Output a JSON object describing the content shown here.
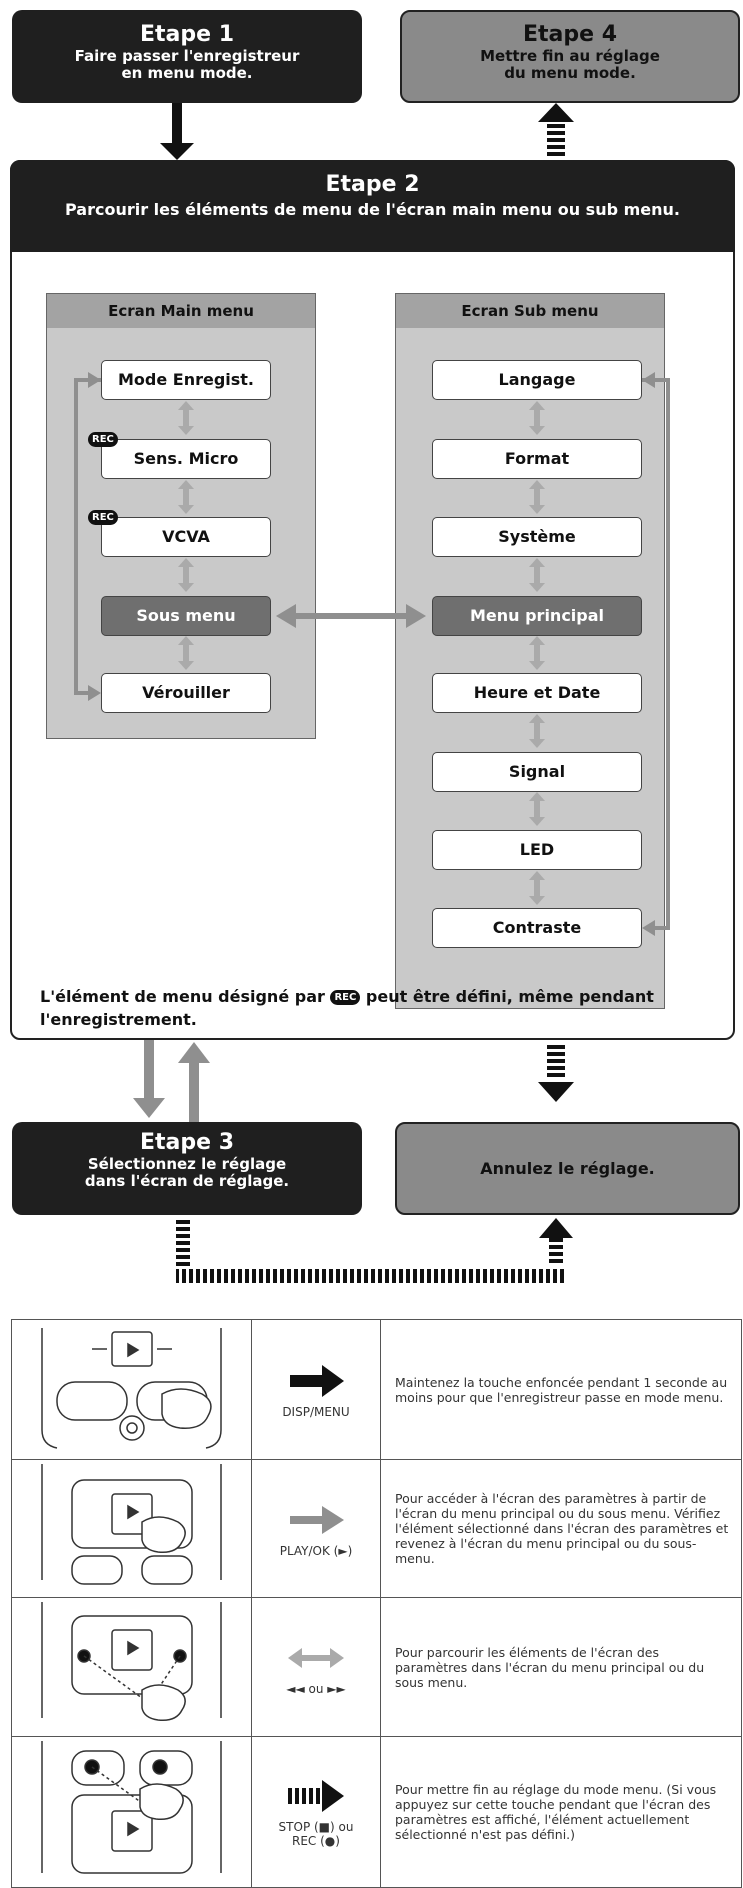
{
  "step1": {
    "title": "Etape 1",
    "text": "Faire passer l'enregistreur en menu mode."
  },
  "step4": {
    "title": "Etape 4",
    "text": "Mettre fin au réglage du menu mode."
  },
  "step2": {
    "title": "Etape 2",
    "text": "Parcourir les éléments de menu de l'écran main menu ou sub menu."
  },
  "main_menu": {
    "title": "Ecran Main menu",
    "items": [
      "Mode Enregist.",
      "Sens. Micro",
      "VCVA",
      "Sous menu",
      "Vérouiller"
    ]
  },
  "sub_menu": {
    "title": "Ecran Sub menu",
    "items": [
      "Langage",
      "Format",
      "Système",
      "Menu principal",
      "Heure et Date",
      "Signal",
      "LED",
      "Contraste"
    ]
  },
  "rec_badge": "REC",
  "note": {
    "before": "L'élément de menu désigné par",
    "after": "peut être défini, même pendant l'enregistrement."
  },
  "step3": {
    "title": "Etape 3",
    "text": "Sélectionnez le réglage dans l'écran de réglage."
  },
  "cancel": {
    "text": "Annulez le réglage."
  },
  "controls": [
    {
      "label": "DISP/MENU",
      "desc": "Maintenez la touche enfoncée pendant 1 seconde au moins pour que l'enregistreur passe en mode menu."
    },
    {
      "label": "PLAY/OK (►)",
      "desc": "Pour accéder à l'écran des paramètres à partir de l'écran du menu principal ou du sous menu. Vérifiez l'élément sélectionné dans l'écran des paramètres et revenez à l'écran du menu principal ou du sous-menu."
    },
    {
      "label": "◄◄ ou ►►",
      "desc": "Pour parcourir les éléments de l'écran des paramètres dans l'écran du menu principal ou du sous menu."
    },
    {
      "label": "STOP (■) ou REC (●)",
      "desc": "Pour mettre fin au réglage du mode menu. (Si vous appuyez sur cette touche pendant que l'écran des paramètres est affiché, l'élément actuellement sélectionné n'est pas défini.)"
    }
  ],
  "colors": {
    "dark": "#1f1f1f",
    "grey": "#8a8a8a",
    "panel": "#c9c9c9",
    "selected": "#6f6f6f",
    "arrow_light": "#8f8f8f"
  }
}
